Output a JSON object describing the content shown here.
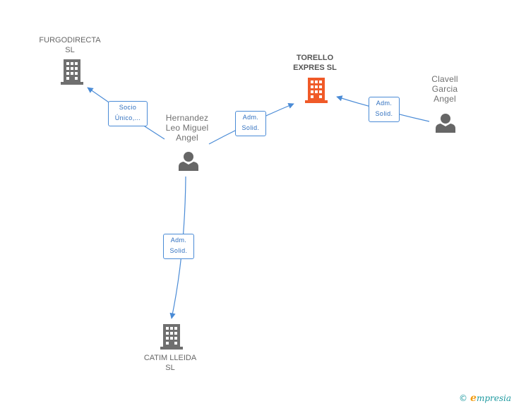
{
  "nodes": {
    "furgodirecta": {
      "line1": "FURGODIRECTA",
      "line2": "SL",
      "type": "company"
    },
    "torello": {
      "line1": "TORELLO",
      "line2": "EXPRES SL",
      "type": "company-focus"
    },
    "catim": {
      "line1": "CATIM LLEIDA",
      "line2": "SL",
      "type": "company"
    },
    "hernandez": {
      "line1": "Hernandez",
      "line2": "Leo Miguel",
      "line3": "Angel",
      "type": "person"
    },
    "clavell": {
      "line1": "Clavell",
      "line2": "Garcia",
      "line3": "Angel",
      "type": "person"
    }
  },
  "relations": {
    "socio": {
      "line1": "Socio",
      "line2": "Único,..."
    },
    "adm_torello": {
      "line1": "Adm.",
      "line2": "Solid."
    },
    "adm_clavell": {
      "line1": "Adm.",
      "line2": "Solid."
    },
    "adm_catim": {
      "line1": "Adm.",
      "line2": "Solid."
    }
  },
  "footer": {
    "copyright": "©",
    "brand_initial": "e",
    "brand_rest": "mpresia"
  },
  "colors": {
    "company": "#6f6f6f",
    "focus": "#f05a28",
    "person": "#666666",
    "edge": "#4a8bd6"
  }
}
